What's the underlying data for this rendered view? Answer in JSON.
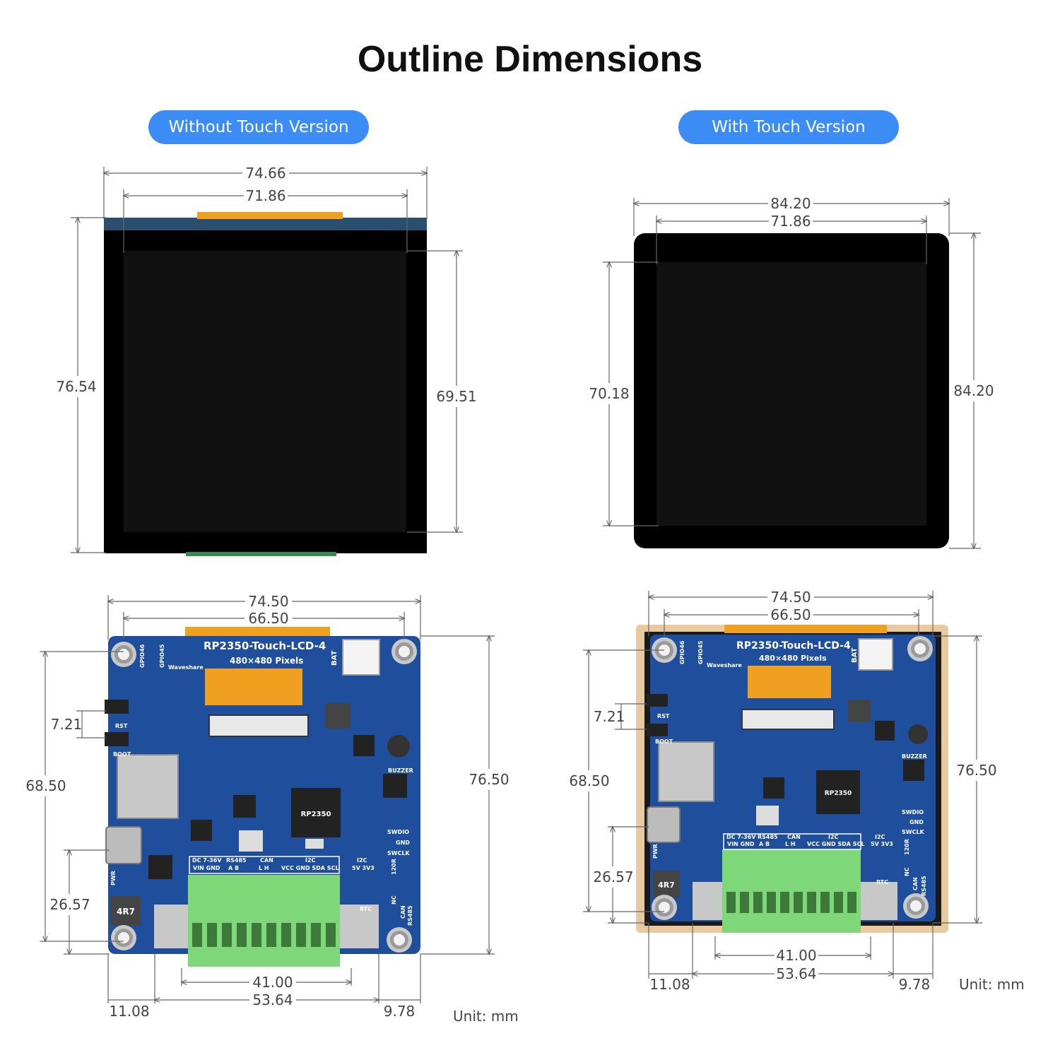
{
  "title": "Outline Dimensions",
  "labels": {
    "without_touch": "Without Touch Version",
    "with_touch": "With Touch Version",
    "unit": "Unit: mm"
  },
  "front_without": {
    "w_outer": "74.66",
    "w_inner": "71.86",
    "h_outer": "76.54",
    "h_inner": "69.51"
  },
  "front_with": {
    "w_outer": "84.20",
    "w_inner": "71.86",
    "h_inner": "70.18",
    "h_outer": "84.20"
  },
  "back_without": {
    "w_board": "74.50",
    "w_fpc": "66.50",
    "h_board": "76.50",
    "h_holes": "68.50",
    "h_buttons": "7.21",
    "h_usb": "26.57",
    "w_terminal": "41.00",
    "w_holes": "53.64",
    "w_left": "11.08",
    "w_right": "9.78"
  },
  "back_with": {
    "w_board": "74.50",
    "w_fpc": "66.50",
    "h_board": "76.50",
    "h_holes": "68.50",
    "h_buttons": "7.21",
    "h_usb": "26.57",
    "w_terminal": "41.00",
    "w_holes": "53.64",
    "w_left": "11.08",
    "w_right": "9.78"
  },
  "pcb": {
    "name": "RP2350-Touch-LCD-4",
    "resolution": "480×480 Pixels",
    "brand": "Waveshare",
    "bat": "BAT",
    "rst": "RST",
    "boot": "BOOT",
    "buzzer": "BUZZER",
    "swdio": "SWDIO",
    "gnd": "GND",
    "swclk": "SWCLK",
    "rtc": "RTC",
    "dc": "DC 7-36V",
    "vin_gnd": "VIN GND",
    "rs485": "RS485",
    "ab": "A   B",
    "can": "CAN",
    "lh": "L   H",
    "i2c": "I2C",
    "i2c_pins": "VCC GND SDA SCL",
    "i2c2": "I2C",
    "volt": "5V 3V3",
    "r120": "120R",
    "nc": "NC",
    "can2": "CAN",
    "rs485_2": "RS485",
    "pwr": "PWR",
    "chip": "RP2350",
    "inductor": "4R7",
    "gpio46": "GPIO46",
    "gpio45": "GPIO45"
  },
  "colors": {
    "pill": "#3b8cf4",
    "pcb": "#1f4f9c",
    "terminal": "#7ed87a",
    "fpc": "#f0a020",
    "frame": "#e8c9a0"
  }
}
